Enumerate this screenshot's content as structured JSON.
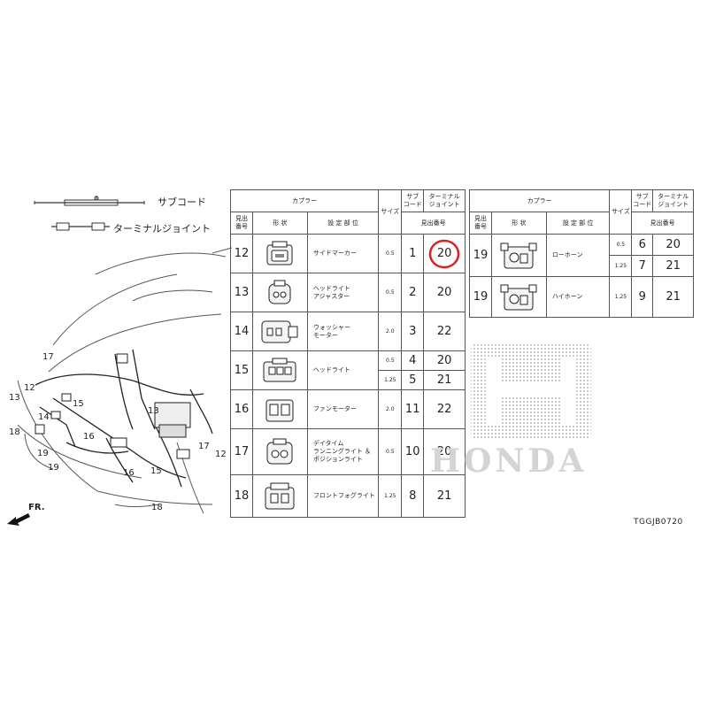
{
  "legend": {
    "subcord_label": "サブコード",
    "terminal_joint_label": "ターミナルジョイント"
  },
  "table_headers": {
    "coupler": "カプラー",
    "sub_l1": "サブ",
    "sub_l2": "コード",
    "term_l1": "ターミナル",
    "term_l2": "ジョイント",
    "size": "サイズ",
    "mi_l1": "見出",
    "mi_l2": "番号",
    "shape": "形 状",
    "location": "設 定 部 位",
    "midashi": "見出番号"
  },
  "table1_rows": [
    {
      "id": "12",
      "loc": [
        "サイドマーカー"
      ],
      "subs": [
        {
          "size": "0.5",
          "code": "1",
          "term": "20"
        }
      ]
    },
    {
      "id": "13",
      "loc": [
        "ヘッドライト",
        "アジャスター"
      ],
      "subs": [
        {
          "size": "0.5",
          "code": "2",
          "term": "20"
        }
      ]
    },
    {
      "id": "14",
      "loc": [
        "ウォッシャー",
        "モーター"
      ],
      "subs": [
        {
          "size": "2.0",
          "code": "3",
          "term": "22"
        }
      ]
    },
    {
      "id": "15",
      "loc": [
        "ヘッドライト"
      ],
      "subs": [
        {
          "size": "0.5",
          "code": "4",
          "term": "20"
        },
        {
          "size": "1.25",
          "code": "5",
          "term": "21"
        }
      ]
    },
    {
      "id": "16",
      "loc": [
        "ファンモーター"
      ],
      "subs": [
        {
          "size": "2.0",
          "code": "11",
          "term": "22"
        }
      ]
    },
    {
      "id": "17",
      "loc": [
        "デイタイム",
        "ランニングライト ＆",
        "ポジションライト"
      ],
      "subs": [
        {
          "size": "0.5",
          "code": "10",
          "term": "20"
        }
      ]
    },
    {
      "id": "18",
      "loc": [
        "フロントフォグライト"
      ],
      "subs": [
        {
          "size": "1.25",
          "code": "8",
          "term": "21"
        }
      ]
    }
  ],
  "table2_rows": [
    {
      "id": "19",
      "loc": [
        "ローホーン"
      ],
      "subs": [
        {
          "size": "0.5",
          "code": "6",
          "term": "20"
        },
        {
          "size": "1.25",
          "code": "7",
          "term": "21"
        }
      ]
    },
    {
      "id": "19",
      "loc": [
        "ハイホーン"
      ],
      "subs": [
        {
          "size": "1.25",
          "code": "9",
          "term": "21"
        }
      ]
    }
  ],
  "brand": "HONDA",
  "diagram_code": "TGGJB0720",
  "fr_label": "FR.",
  "callouts": [
    "17",
    "13",
    "12",
    "15",
    "14",
    "16",
    "18",
    "19",
    "19",
    "13",
    "17",
    "12",
    "15",
    "16",
    "18"
  ],
  "highlight": {
    "color": "#e02020",
    "target": "20"
  }
}
